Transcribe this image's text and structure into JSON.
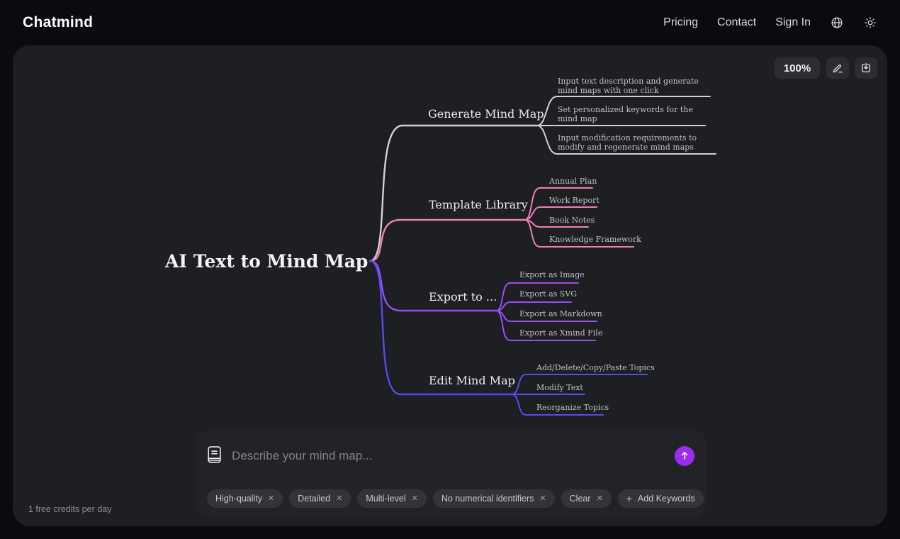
{
  "brand": {
    "name": "Chatmind"
  },
  "nav": {
    "pricing": "Pricing",
    "contact": "Contact",
    "sign_in": "Sign In"
  },
  "toolbar": {
    "zoom_level": "100%"
  },
  "mindmap": {
    "root": "AI Text to Mind Map",
    "branches": [
      {
        "label": "Generate Mind Map",
        "color": "#d9ced7",
        "children": [
          "Input text description and generate mind maps with one click",
          "Set personalized keywords for the mind map",
          "Input modification requirements to modify and regenerate mind maps"
        ]
      },
      {
        "label": "Template Library",
        "color": "#ee7fb7",
        "children": [
          "Annual Plan",
          "Work Report",
          "Book Notes",
          "Knowledge Framework"
        ]
      },
      {
        "label": "Export to ...",
        "color": "#9a4ef0",
        "children": [
          "Export as Image",
          "Export as SVG",
          "Export as Markdown",
          "Export as Xmind File"
        ]
      },
      {
        "label": "Edit Mind Map",
        "color": "#584af0",
        "children": [
          "Add/Delete/Copy/Paste Topics",
          "Modify Text",
          "Reorganize Topics"
        ]
      }
    ]
  },
  "composer": {
    "placeholder": "Describe your mind map...",
    "keywords": [
      "High-quality",
      "Detailed",
      "Multi-level",
      "No numerical identifiers",
      "Clear"
    ],
    "add_keywords": "Add Keywords"
  },
  "icons": {
    "close": "✕",
    "plus": "+",
    "names": [
      "globe-icon",
      "sun-icon",
      "pencil-icon",
      "download-icon",
      "journal-icon",
      "arrow-up-icon",
      "close-icon",
      "plus-icon"
    ]
  },
  "footer": {
    "credits": "1 free credits per day"
  },
  "colors": {
    "send_button": "#9c2cf2",
    "page_bg": "#0a0b0e",
    "canvas_bg": "#1d1f23"
  }
}
